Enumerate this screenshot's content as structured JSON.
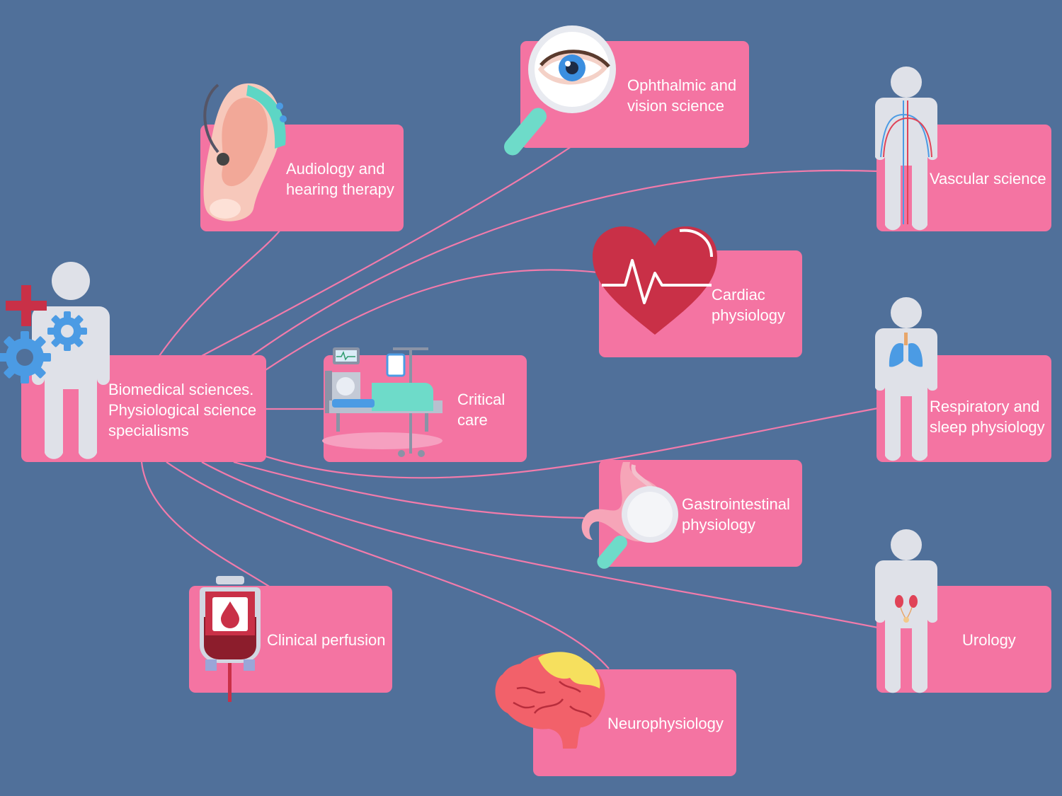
{
  "diagram": {
    "center": {
      "label": "Biomedical sciences.\nPhysiological science\nspecialisms",
      "icon": "person-medical-gears-icon"
    },
    "specialisms": [
      {
        "id": "audiology",
        "label": "Audiology and\nhearing therapy",
        "icon": "ear-hearing-aid-icon"
      },
      {
        "id": "ophthalmic",
        "label": "Ophthalmic and\nvision science",
        "icon": "eye-magnifier-icon"
      },
      {
        "id": "vascular",
        "label": "Vascular science",
        "icon": "vascular-body-icon"
      },
      {
        "id": "cardiac",
        "label": "Cardiac\nphysiology",
        "icon": "heart-pulse-icon"
      },
      {
        "id": "critical",
        "label": "Critical\ncare",
        "icon": "hospital-bed-icon"
      },
      {
        "id": "respiratory",
        "label": "Respiratory and\nsleep physiology",
        "icon": "lungs-body-icon"
      },
      {
        "id": "gastro",
        "label": "Gastrointestinal\nphysiology",
        "icon": "stomach-magnifier-icon"
      },
      {
        "id": "perfusion",
        "label": "Clinical perfusion",
        "icon": "blood-bag-icon"
      },
      {
        "id": "neuro",
        "label": "Neurophysiology",
        "icon": "brain-icon"
      },
      {
        "id": "urology",
        "label": "Urology",
        "icon": "kidneys-body-icon"
      }
    ],
    "colors": {
      "background": "#50709a",
      "node": "#f474a2",
      "connector": "#f27bab",
      "text": "#ffffff"
    }
  }
}
